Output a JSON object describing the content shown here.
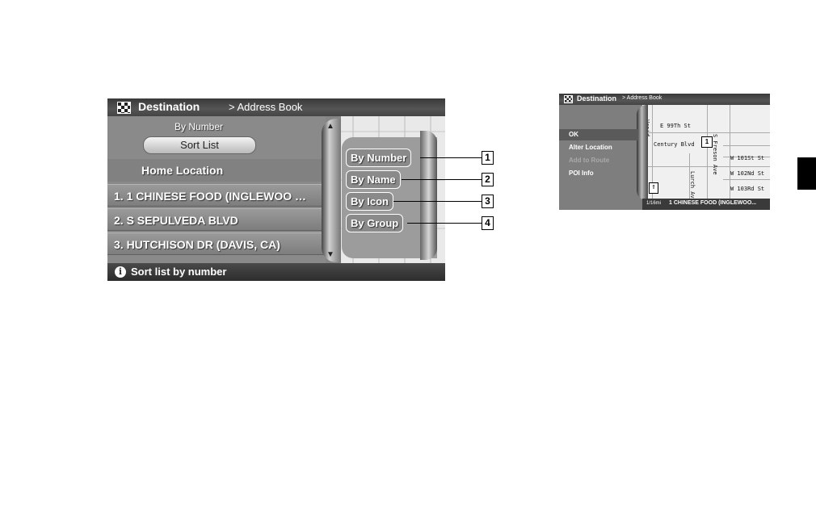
{
  "screen1": {
    "title": "Destination",
    "breadcrumb": "> Address Book",
    "list_header": "By Number",
    "sort_button": "Sort List",
    "home_location": "Home Location",
    "entries": [
      "1.  1 CHINESE FOOD (INGLEWOO …",
      "2.  S SEPULVEDA BLVD",
      "3.  HUTCHISON DR (DAVIS, CA)"
    ],
    "sort_options": [
      "By Number",
      "By Name",
      "By Icon",
      "By Group"
    ],
    "status": "Sort list by number",
    "callouts": [
      "1",
      "2",
      "3",
      "4"
    ]
  },
  "screen2": {
    "title": "Destination",
    "breadcrumb": "> Address Book",
    "menu": [
      "OK",
      "Alter Location",
      "Add to Route",
      "POI Info"
    ],
    "streets": [
      "E 99Th St",
      "Century Blvd",
      "W 101St St",
      "W 102Nd St",
      "W 103Rd St",
      "S Freson Ave",
      "Lurch Ave",
      "Vapid"
    ],
    "pin_label": "1",
    "scale": "1/16mi",
    "destination": "1 CHINESE FOOD (INGLEWOO..."
  },
  "colors": {
    "panel_gray": "#8a8a8a",
    "title_bar": "#3a3a3a",
    "map_bg": "#e9e9e9"
  }
}
